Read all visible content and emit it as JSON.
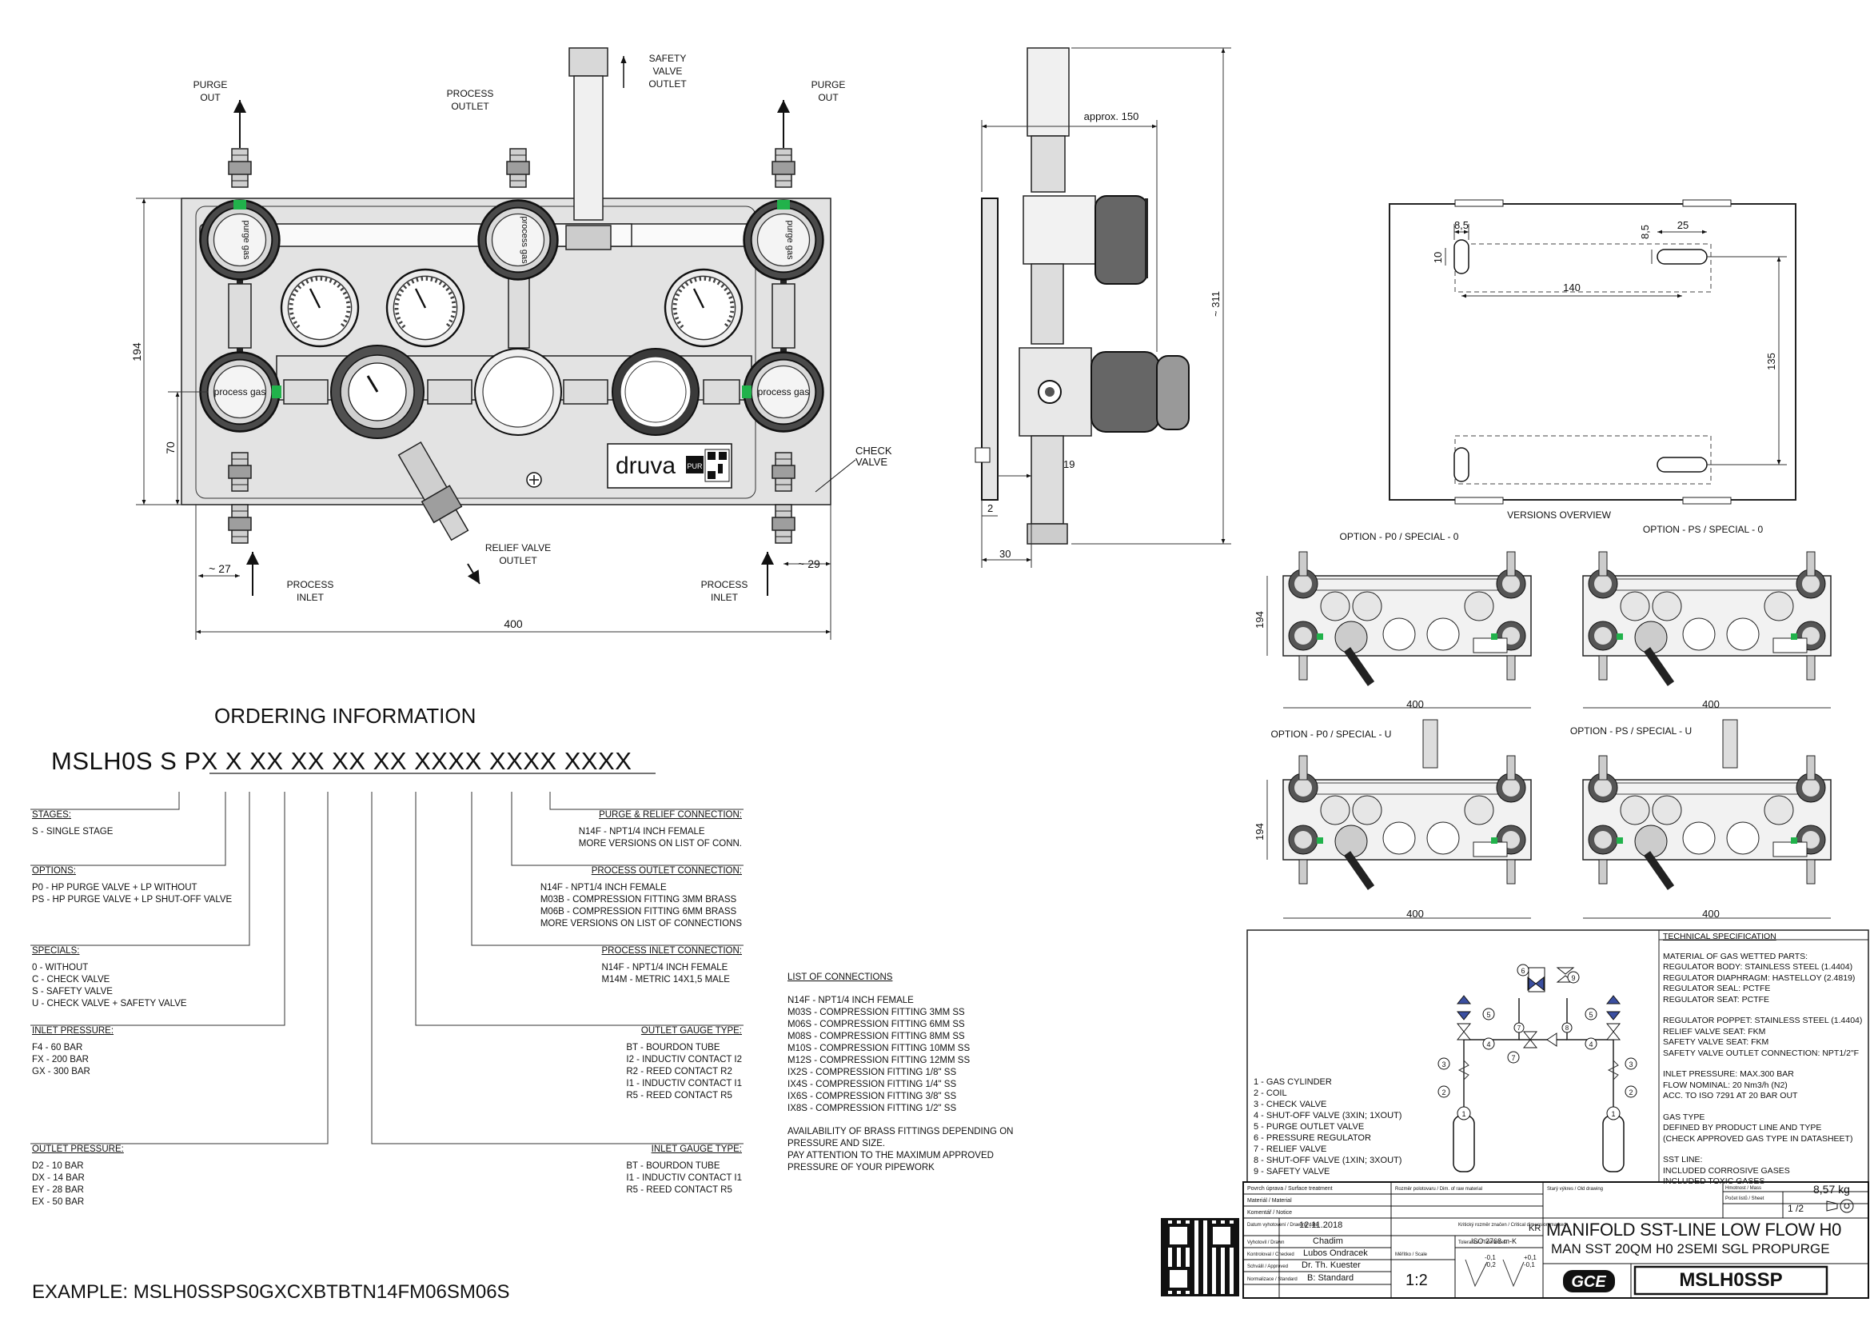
{
  "front_view": {
    "labels": {
      "purge_out_left": [
        "PURGE",
        "OUT"
      ],
      "purge_out_right": [
        "PURGE",
        "OUT"
      ],
      "process_outlet": [
        "PROCESS",
        "OUTLET"
      ],
      "safety_valve_outlet": [
        "SAFETY",
        "VALVE",
        "OUTLET"
      ],
      "check_valve": [
        "CHECK",
        "VALVE"
      ],
      "relief_valve_outlet": [
        "RELIEF VALVE",
        "OUTLET"
      ],
      "process_inlet_left": [
        "PROCESS",
        "INLET"
      ],
      "process_inlet_right": [
        "PROCESS",
        "INLET"
      ],
      "valve_label_purge": "purge gas",
      "valve_label_process": "process gas",
      "logo": "druva",
      "logo_badge": "PUR"
    },
    "dims": {
      "height": "194",
      "lower_height": "70",
      "left_offset": "~ 27",
      "right_offset": "~ 29",
      "width": "400"
    }
  },
  "side_view": {
    "dims": {
      "depth": "approx. 150",
      "height": "~ 311",
      "offset": "19",
      "thickness": "2",
      "base": "30"
    }
  },
  "rear_view": {
    "dims": {
      "slot_w_left": "8,5",
      "slot_h_left": "10",
      "slot_h_right": "8,5",
      "slot_w_right": "25",
      "spacing_h": "140",
      "spacing_v": "135"
    },
    "caption": "VERSIONS OVERVIEW"
  },
  "versions": [
    {
      "title": "OPTION - P0 / SPECIAL - 0",
      "dim_h": "194",
      "dim_w": "400"
    },
    {
      "title": "OPTION - PS / SPECIAL - 0",
      "dim_w": "400"
    },
    {
      "title": "OPTION - P0 / SPECIAL - U",
      "dim_h": "194",
      "dim_w": "400"
    },
    {
      "title": "OPTION - PS / SPECIAL - U",
      "dim_w": "400"
    }
  ],
  "ordering": {
    "title": "ORDERING INFORMATION",
    "code": "MSLH0S S PX X XX XX XX XX XXXX XXXX XXXX",
    "example": "EXAMPLE: MSLH0SSPS0GXCXBTBTN14FM06SM06S",
    "left_blocks": [
      {
        "title": "STAGES:",
        "lines": [
          "S - SINGLE STAGE"
        ]
      },
      {
        "title": "OPTIONS:",
        "lines": [
          "P0 - HP PURGE VALVE + LP WITHOUT",
          "PS - HP PURGE VALVE + LP SHUT-OFF VALVE"
        ]
      },
      {
        "title": "SPECIALS:",
        "lines": [
          "0 - WITHOUT",
          "C - CHECK VALVE",
          "S - SAFETY VALVE",
          "U - CHECK VALVE + SAFETY VALVE"
        ]
      },
      {
        "title": "INLET PRESSURE:",
        "lines": [
          "F4 - 60 BAR",
          "FX - 200 BAR",
          "GX - 300 BAR"
        ]
      },
      {
        "title": "OUTLET PRESSURE:",
        "lines": [
          "D2 - 10 BAR",
          "DX - 14 BAR",
          "EY - 28 BAR",
          "EX - 50 BAR"
        ]
      }
    ],
    "right_blocks": [
      {
        "title": "PURGE & RELIEF CONNECTION:",
        "lines": [
          "N14F - NPT1/4 INCH FEMALE",
          "MORE VERSIONS ON LIST OF CONN."
        ]
      },
      {
        "title": "PROCESS OUTLET CONNECTION:",
        "lines": [
          "N14F - NPT1/4 INCH FEMALE",
          "M03B - COMPRESSION FITTING 3MM BRASS",
          "M06B - COMPRESSION FITTING 6MM BRASS",
          "MORE VERSIONS ON LIST OF CONNECTIONS"
        ]
      },
      {
        "title": "PROCESS INLET CONNECTION:",
        "lines": [
          "N14F - NPT1/4 INCH FEMALE",
          "M14M - METRIC 14X1,5 MALE"
        ]
      },
      {
        "title": "OUTLET GAUGE TYPE:",
        "lines": [
          "BT - BOURDON TUBE",
          "I2 - INDUCTIV CONTACT I2",
          "R2 - REED CONTACT R2",
          "I1 - INDUCTIV CONTACT I1",
          "R5 - REED CONTACT R5"
        ]
      },
      {
        "title": "INLET GAUGE TYPE:",
        "lines": [
          "BT - BOURDON TUBE",
          "I1 - INDUCTIV CONTACT I1",
          "R5 - REED CONTACT R5"
        ]
      }
    ],
    "connections": {
      "title": "LIST OF CONNECTIONS",
      "lines": [
        "N14F - NPT1/4 INCH FEMALE",
        "M03S - COMPRESSION FITTING 3MM SS",
        "M06S - COMPRESSION FITTING 6MM SS",
        "M08S - COMPRESSION FITTING 8MM SS",
        "M10S - COMPRESSION FITTING 10MM SS",
        "M12S - COMPRESSION FITTING 12MM SS",
        "IX2S - COMPRESSION FITTING 1/8\" SS",
        "IX4S - COMPRESSION FITTING 1/4\" SS",
        "IX6S - COMPRESSION FITTING 3/8\" SS",
        "IX8S - COMPRESSION FITTING 1/2\" SS"
      ],
      "note": [
        "AVAILABILITY OF BRASS FITTINGS DEPENDING ON",
        "PRESSURE AND SIZE.",
        "PAY ATTENTION TO THE MAXIMUM APPROVED",
        "PRESSURE OF YOUR PIPEWORK"
      ]
    }
  },
  "schematic": {
    "legend": [
      "1 - GAS CYLINDER",
      "2 - COIL",
      "3 - CHECK VALVE",
      "4 - SHUT-OFF VALVE (3XIN; 1XOUT)",
      "5 - PURGE OUTLET VALVE",
      "6 - PRESSURE REGULATOR",
      "7 - RELIEF VALVE",
      "8 - SHUT-OFF VALVE (1XIN; 3XOUT)",
      "9 - SAFETY VALVE"
    ],
    "numbers": [
      "1",
      "2",
      "3",
      "4",
      "5",
      "6",
      "7",
      "8",
      "9"
    ]
  },
  "tech_spec": {
    "title": "TECHNICAL SPECIFICATION",
    "lines": [
      "MATERIAL OF GAS WETTED PARTS:",
      "REGULATOR BODY: STAINLESS STEEL (1.4404)",
      "REGULATOR DIAPHRAGM: HASTELLOY (2.4819)",
      "REGULATOR SEAL: PCTFE",
      "REGULATOR SEAT: PCTFE",
      "",
      "REGULATOR POPPET: STAINLESS STEEL (1.4404)",
      "RELIEF VALVE SEAT: FKM",
      "SAFETY VALVE SEAT: FKM",
      "SAFETY VALVE OUTLET CONNECTION: NPT1/2\"F",
      "",
      "INLET PRESSURE: MAX.300 BAR",
      "FLOW NOMINAL: 20 Nm3/h (N2)",
      "ACC. TO ISO 7291 AT 20 BAR OUT",
      "",
      "GAS TYPE",
      "DEFINED BY PRODUCT LINE AND TYPE",
      "(CHECK APPROVED GAS TYPE IN DATASHEET)",
      "",
      "SST LINE:",
      "INCLUDED CORROSIVE GASES",
      "INCLUDED TOXIC GASES"
    ]
  },
  "title_block": {
    "mass": "8,57 kg",
    "sheet": "1 /2",
    "date": "12.11.2018",
    "drawn": "Chadim",
    "checked": "Lubos Ondracek",
    "approved": "Dr. Th. Kuester",
    "standard": "B: Standard",
    "scale": "1:2",
    "iso": "ISO 2768 m-K",
    "kr": "KR",
    "tol_plus": "+0,1",
    "tol_minus": "-0,1",
    "tol_a": "-0,1",
    "tol_b": "-0,2",
    "small_labels": [
      "Povrch úprava / Surface treatment",
      "Materiál / Material",
      "Komentář / Notice",
      "Datum vyhotovení / Drawing date",
      "Vyhotovil / Drawn",
      "Kontroloval / Checked",
      "Schválil / Approved",
      "Normalizace / Standard",
      "Rozměr polotovaru / Dim. of raw material",
      "Kritický rozměr značen / Critical dimension marked",
      "Tolerance / Tolerances",
      "Měřítko / Scale",
      "Starý výkres / Old drawing",
      "Počet listů / Sheet",
      "Hmotnost / Mass"
    ],
    "title1": "MANIFOLD SST-LINE LOW FLOW H0",
    "title2": "MAN SST 20QM H0 2SEMI SGL PROPURGE",
    "logo": "GCE",
    "part_no": "MSLH0SSP"
  }
}
